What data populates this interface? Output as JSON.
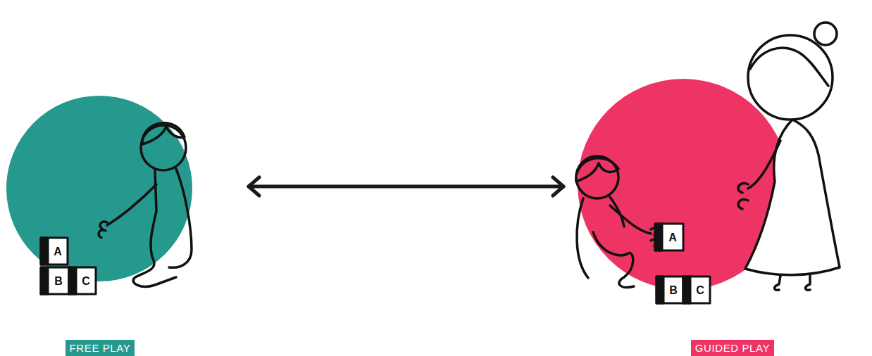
{
  "diagram": {
    "nodes": [
      {
        "text": [
          "FREE PLAY"
        ]
      },
      {
        "text": [
          "GUIDED PLAY"
        ]
      }
    ],
    "edges": [
      {
        "from": 0,
        "to": 1,
        "arrow": "both"
      }
    ],
    "labels": [
      "A",
      "B",
      "C",
      "A",
      "B",
      "C"
    ]
  }
}
